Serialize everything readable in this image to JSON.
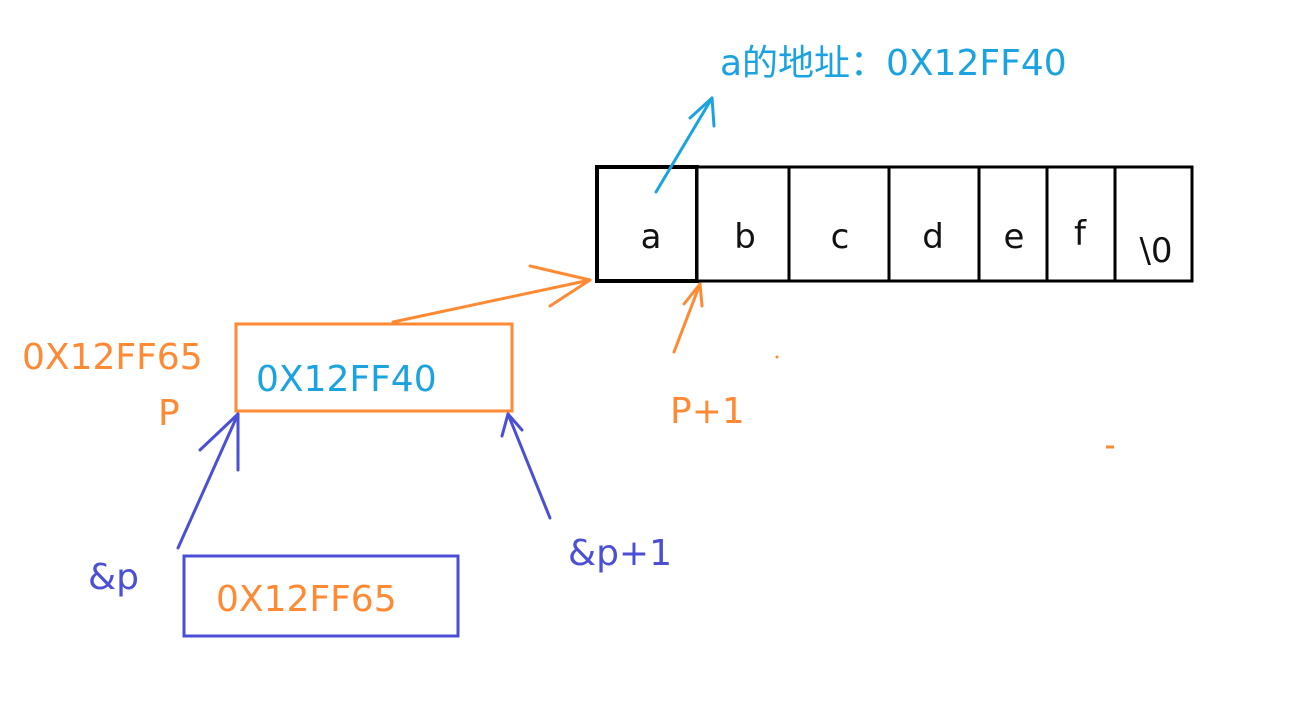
{
  "colors": {
    "array": "#000000",
    "pointer": "#ff8a33",
    "pointer_to_pointer": "#4a4fd6",
    "address_note": "#1aa3e0"
  },
  "array": {
    "cells": [
      "a",
      "b",
      "c",
      "d",
      "e",
      "f",
      "\\0"
    ]
  },
  "labels": {
    "a_address": "a的地址：0X12FF40",
    "p_address": "0X12FF65",
    "p_name": "P",
    "p_value": "0X12FF40",
    "p_plus_1": "P+1",
    "ampp": "&p",
    "ampp_plus_1": "&p+1",
    "pp_value": "0X12FF65"
  }
}
